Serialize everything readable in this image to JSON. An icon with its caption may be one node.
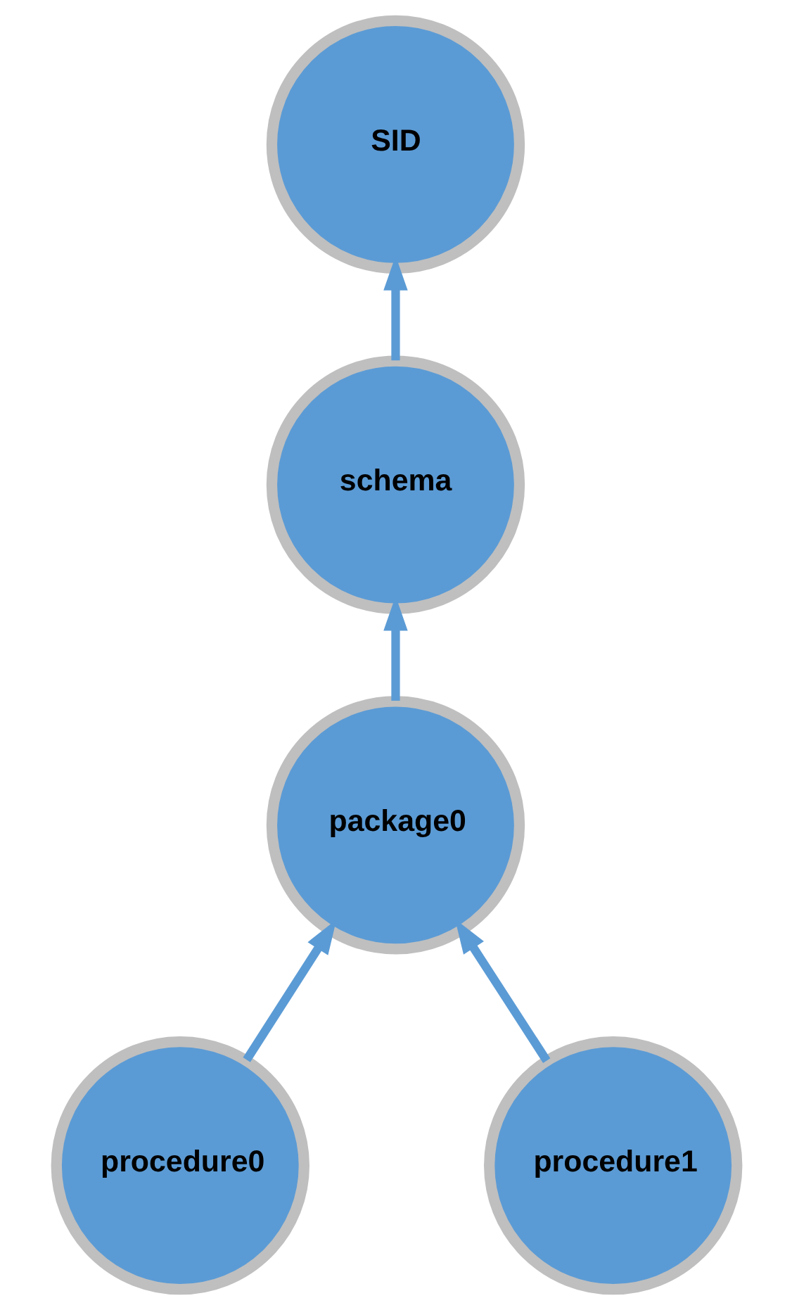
{
  "diagram": {
    "nodes": [
      {
        "text": [
          "SID"
        ]
      },
      {
        "text": [
          "schema"
        ]
      },
      {
        "text": [
          "package0"
        ]
      },
      {
        "text": [
          "procedure0"
        ]
      },
      {
        "text": [
          "procedure1"
        ]
      }
    ],
    "edges": [
      {
        "from": 1,
        "to": 0,
        "arrow": "to"
      },
      {
        "from": 2,
        "to": 1,
        "arrow": "to"
      },
      {
        "from": 3,
        "to": 2,
        "arrow": "to"
      },
      {
        "from": 4,
        "to": 2,
        "arrow": "to"
      }
    ]
  }
}
